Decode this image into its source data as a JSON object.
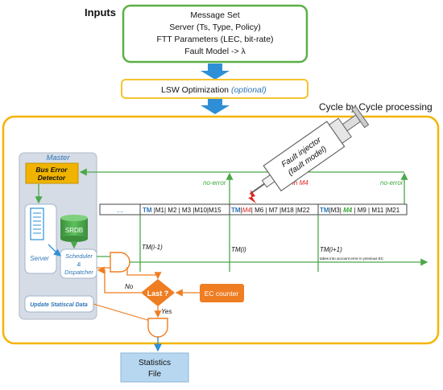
{
  "inputs": {
    "title": "Inputs",
    "lines": [
      "Message Set",
      "Server (Ts, Type, Policy)",
      "FTT Parameters (LEC, bit-rate)",
      "Fault Model -> λ"
    ]
  },
  "lsw": {
    "label": "LSW Optimization",
    "optional": "(optional)"
  },
  "cycle": {
    "title": "Cycle by Cycle processing"
  },
  "master": {
    "title": "Master",
    "bus_error": [
      "Bus Error",
      "Detector"
    ],
    "server": "Server",
    "srdb": "SRDB",
    "scheduler": [
      "Scheduler",
      "&",
      "Dispatcher"
    ],
    "update": "Update Statiscal Data"
  },
  "injector": {
    "lines": [
      "Fault injector",
      "(fault model)"
    ]
  },
  "timeline": {
    "ellipsis": "...",
    "segments": [
      {
        "tm": "TM",
        "rest": " |M1| M2 | M3 |M10|M15"
      },
      {
        "tm": "TM",
        "red": "M4",
        "rest": " M6 | M7 |M18 |M22"
      },
      {
        "tm": "TM",
        "green": "M4",
        "rest": " | M9 | M11 |M21",
        "pre": "|M3| "
      }
    ],
    "labels": [
      "TM(i-1)",
      "TM(i)",
      "TM(i+1)"
    ],
    "note": "takes into account error in previous EC"
  },
  "status": {
    "no_error_1": "no-error",
    "error": "error in M4",
    "no_error_2": "no-error"
  },
  "decision": {
    "label": "Last ?",
    "no": "No",
    "yes": "Yes"
  },
  "ec_counter": "EC counter",
  "statistics": [
    "Statistics",
    "File"
  ],
  "colors": {
    "green_border": "#5bb045",
    "yellow_border": "#f4b400",
    "arrow_blue": "#2e8fd6",
    "orange": "#ef7d22",
    "master_bg": "#d6dce5",
    "tm_blue": "#2e75b6",
    "red": "#e0211b",
    "green_text": "#3aa83a",
    "stats_bg": "#b7d7f0"
  }
}
